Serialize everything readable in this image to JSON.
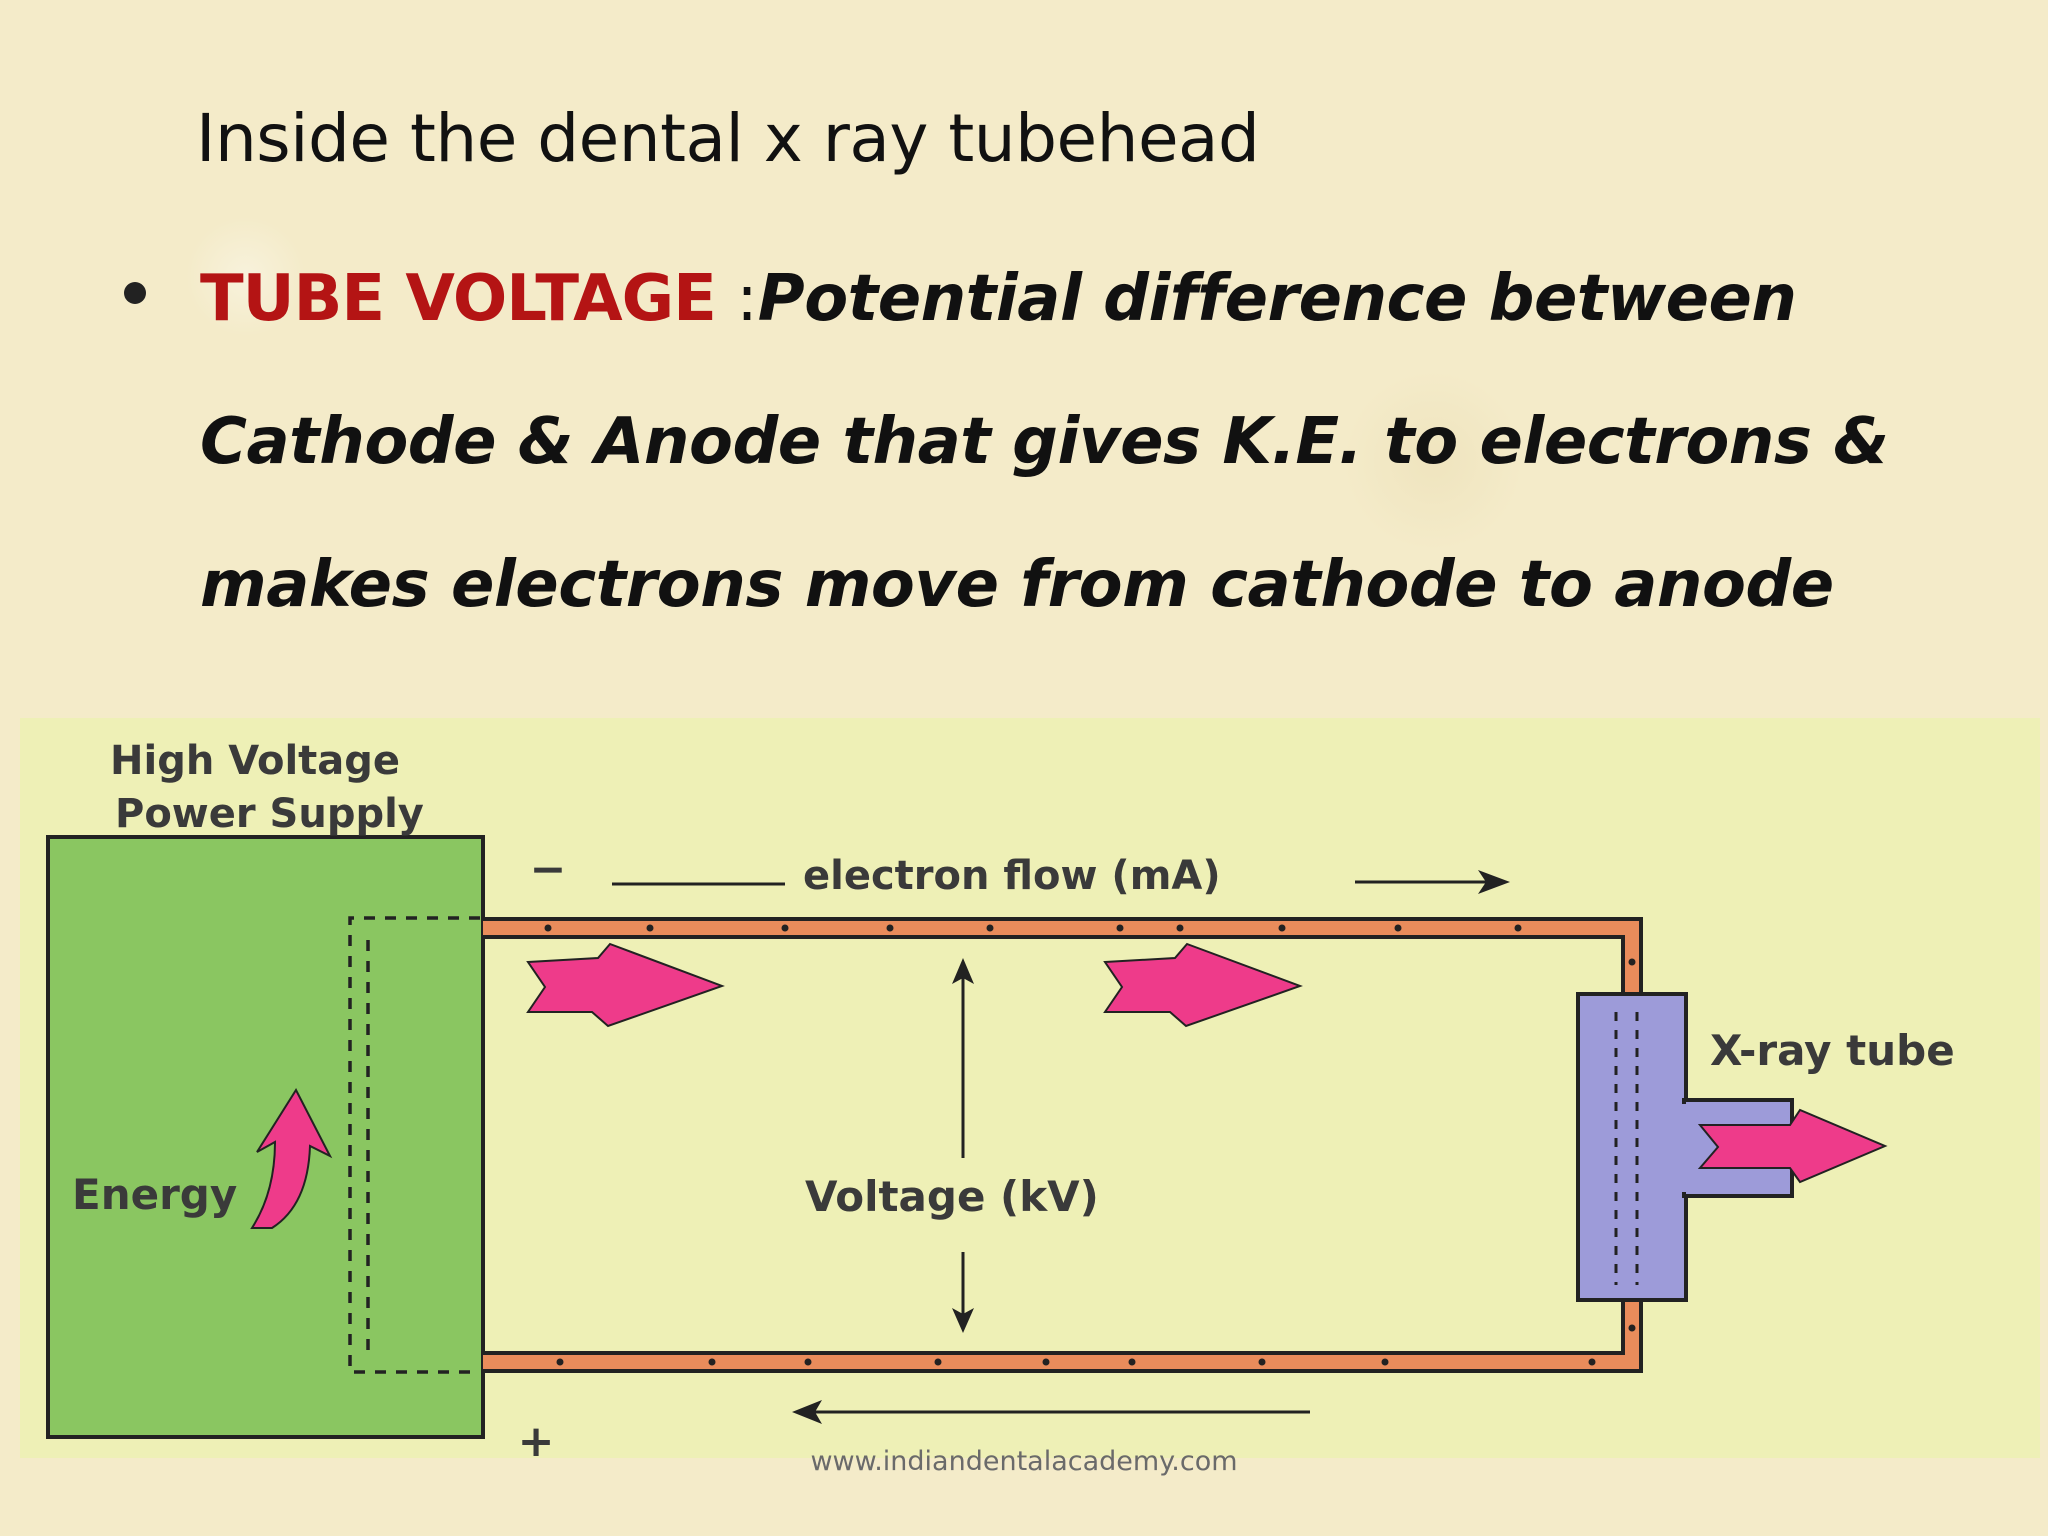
{
  "slide": {
    "title": "Inside the dental x ray tubehead",
    "bullet": {
      "term": "TUBE VOLTAGE",
      "separator": " :",
      "definition_lines": [
        "Potential difference between",
        "Cathode & Anode that gives K.E. to electrons &",
        "makes electrons move from cathode to anode"
      ]
    },
    "footer": "www.indiandentalacademy.com"
  },
  "diagram": {
    "power_supply_label_line1": "High  Voltage",
    "power_supply_label_line2": "Power  Supply",
    "energy_label": "Energy",
    "electron_flow_label": "electron   flow (mA)",
    "voltage_label": "Voltage  (kV)",
    "xray_tube_label": "X-ray   tube",
    "minus_sign": "−",
    "plus_sign": "+",
    "colors": {
      "panel_background": "#eef0b6",
      "power_supply": "#8ac661",
      "wire": "#e98c5b",
      "xray_tube": "#9d9bd9",
      "arrow": "#ee3b8a",
      "term_red": "#b41414"
    }
  }
}
